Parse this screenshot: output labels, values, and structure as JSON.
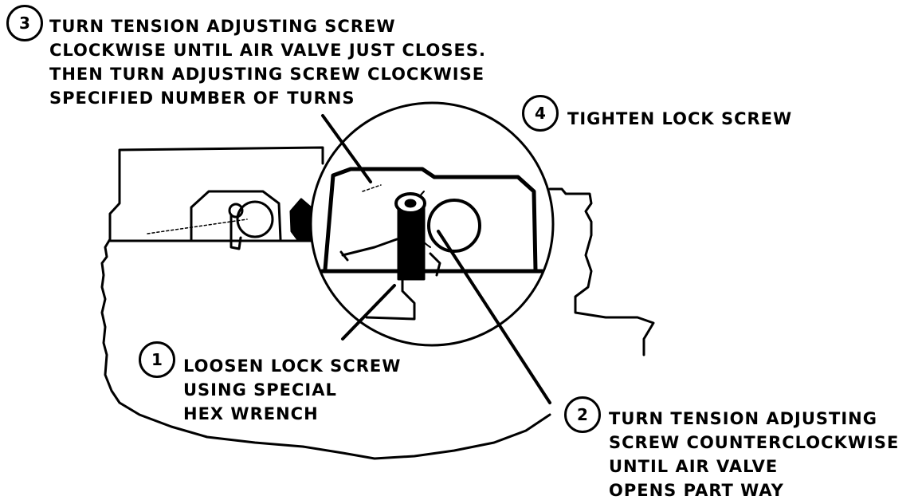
{
  "steps": [
    {
      "number": "1",
      "lines": [
        "LOOSEN LOCK SCREW",
        "USING SPECIAL",
        "HEX WRENCH"
      ]
    },
    {
      "number": "2",
      "lines": [
        "TURN TENSION ADJUSTING",
        "SCREW COUNTERCLOCKWISE",
        "UNTIL AIR VALVE",
        "OPENS PART WAY"
      ]
    },
    {
      "number": "3",
      "lines": [
        "TURN TENSION ADJUSTING SCREW",
        "CLOCKWISE UNTIL AIR VALVE JUST CLOSES.",
        "THEN TURN ADJUSTING SCREW CLOCKWISE",
        "SPECIFIED NUMBER OF TURNS"
      ]
    },
    {
      "number": "4",
      "lines": [
        "TIGHTEN LOCK SCREW"
      ]
    }
  ]
}
